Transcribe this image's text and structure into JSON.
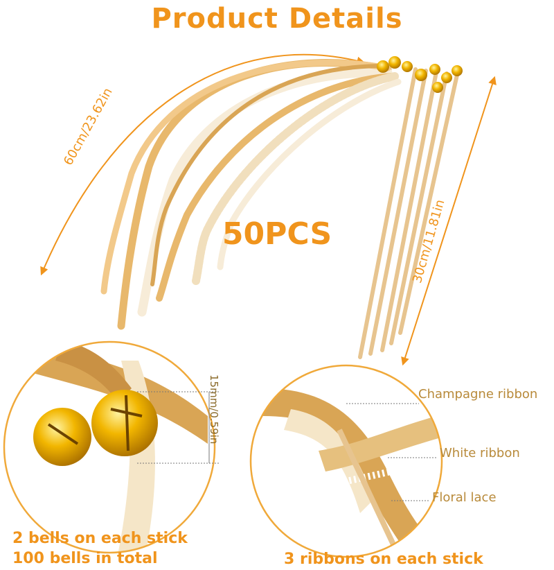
{
  "heading": "Product Details",
  "quantity_label": "50PCS",
  "dimensions": {
    "ribbon_length": "60cm/23.62in",
    "stick_length": "30cm/11.81in",
    "bell_size": "15mm/0.59in"
  },
  "callouts": {
    "champagne": "Champagne ribbon",
    "white": "White ribbon",
    "lace": "Floral lace"
  },
  "captions": {
    "bells_each": "2 bells on each stick",
    "bells_total": "100 bells in total",
    "ribbons_each": "3 ribbons on each stick"
  },
  "colors": {
    "accent": "#f0941c",
    "ribbon_champagne": "#e8b86c",
    "ribbon_white": "#f7ecd8",
    "stick": "#e7c48f",
    "bell_gold": "#f2b600"
  }
}
